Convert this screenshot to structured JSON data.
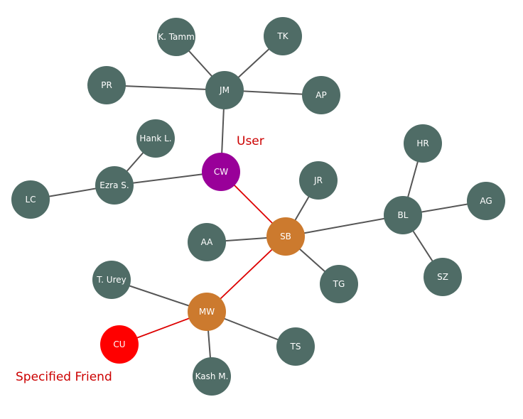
{
  "colors": {
    "default_node": "#4f6c66",
    "user_node": "#990099",
    "path_node": "#cc7a2e",
    "friend_node": "#ff0000",
    "default_edge": "#555555",
    "path_edge": "#dd0000",
    "annotation_text": "#cc0000"
  },
  "annotations": {
    "user": "User",
    "specified_friend": "Specified Friend"
  },
  "graph": {
    "nodes": [
      {
        "id": "k_tamm",
        "label": "K. Tamm",
        "role": "default"
      },
      {
        "id": "tk",
        "label": "TK",
        "role": "default"
      },
      {
        "id": "pr",
        "label": "PR",
        "role": "default"
      },
      {
        "id": "jm",
        "label": "JM",
        "role": "default"
      },
      {
        "id": "ap",
        "label": "AP",
        "role": "default"
      },
      {
        "id": "hank_l",
        "label": "Hank L.",
        "role": "default"
      },
      {
        "id": "hr",
        "label": "HR",
        "role": "default"
      },
      {
        "id": "cw",
        "label": "CW",
        "role": "user"
      },
      {
        "id": "ezra_s",
        "label": "Ezra S.",
        "role": "default"
      },
      {
        "id": "lc",
        "label": "LC",
        "role": "default"
      },
      {
        "id": "jr",
        "label": "JR",
        "role": "default"
      },
      {
        "id": "ag",
        "label": "AG",
        "role": "default"
      },
      {
        "id": "bl",
        "label": "BL",
        "role": "default"
      },
      {
        "id": "aa",
        "label": "AA",
        "role": "default"
      },
      {
        "id": "sb",
        "label": "SB",
        "role": "path"
      },
      {
        "id": "sz",
        "label": "SZ",
        "role": "default"
      },
      {
        "id": "t_urey",
        "label": "T. Urey",
        "role": "default"
      },
      {
        "id": "tg",
        "label": "TG",
        "role": "default"
      },
      {
        "id": "mw",
        "label": "MW",
        "role": "path"
      },
      {
        "id": "cu",
        "label": "CU",
        "role": "friend"
      },
      {
        "id": "ts",
        "label": "TS",
        "role": "default"
      },
      {
        "id": "kash_m",
        "label": "Kash M.",
        "role": "default"
      }
    ],
    "edges": [
      {
        "source": "jm",
        "target": "k_tamm",
        "highlight": false
      },
      {
        "source": "jm",
        "target": "tk",
        "highlight": false
      },
      {
        "source": "jm",
        "target": "pr",
        "highlight": false
      },
      {
        "source": "jm",
        "target": "ap",
        "highlight": false
      },
      {
        "source": "jm",
        "target": "cw",
        "highlight": false
      },
      {
        "source": "ezra_s",
        "target": "hank_l",
        "highlight": false
      },
      {
        "source": "ezra_s",
        "target": "lc",
        "highlight": false
      },
      {
        "source": "ezra_s",
        "target": "cw",
        "highlight": false
      },
      {
        "source": "cw",
        "target": "sb",
        "highlight": true
      },
      {
        "source": "sb",
        "target": "jr",
        "highlight": false
      },
      {
        "source": "sb",
        "target": "aa",
        "highlight": false
      },
      {
        "source": "sb",
        "target": "tg",
        "highlight": false
      },
      {
        "source": "sb",
        "target": "bl",
        "highlight": false
      },
      {
        "source": "bl",
        "target": "hr",
        "highlight": false
      },
      {
        "source": "bl",
        "target": "ag",
        "highlight": false
      },
      {
        "source": "bl",
        "target": "sz",
        "highlight": false
      },
      {
        "source": "sb",
        "target": "mw",
        "highlight": true
      },
      {
        "source": "mw",
        "target": "t_urey",
        "highlight": false
      },
      {
        "source": "mw",
        "target": "cu",
        "highlight": true
      },
      {
        "source": "mw",
        "target": "ts",
        "highlight": false
      },
      {
        "source": "mw",
        "target": "kash_m",
        "highlight": false
      }
    ]
  }
}
